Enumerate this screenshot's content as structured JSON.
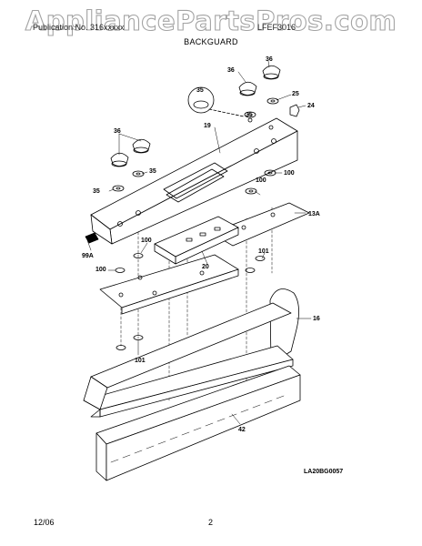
{
  "watermark": "AppliancePartsPros.com",
  "header": {
    "left": "Publication No. 316xxxxx",
    "right": "LFEF3016"
  },
  "section_title": "BACKGUARD",
  "diagram_code": "LA20BG0057",
  "part_labels": [
    "36",
    "36",
    "35",
    "25",
    "24",
    "35",
    "19",
    "36",
    "35",
    "35",
    "100",
    "100",
    "13A",
    "99A",
    "100",
    "100",
    "20",
    "101",
    "16",
    "101",
    "42"
  ],
  "footer": {
    "date": "12/06",
    "page": "2"
  }
}
